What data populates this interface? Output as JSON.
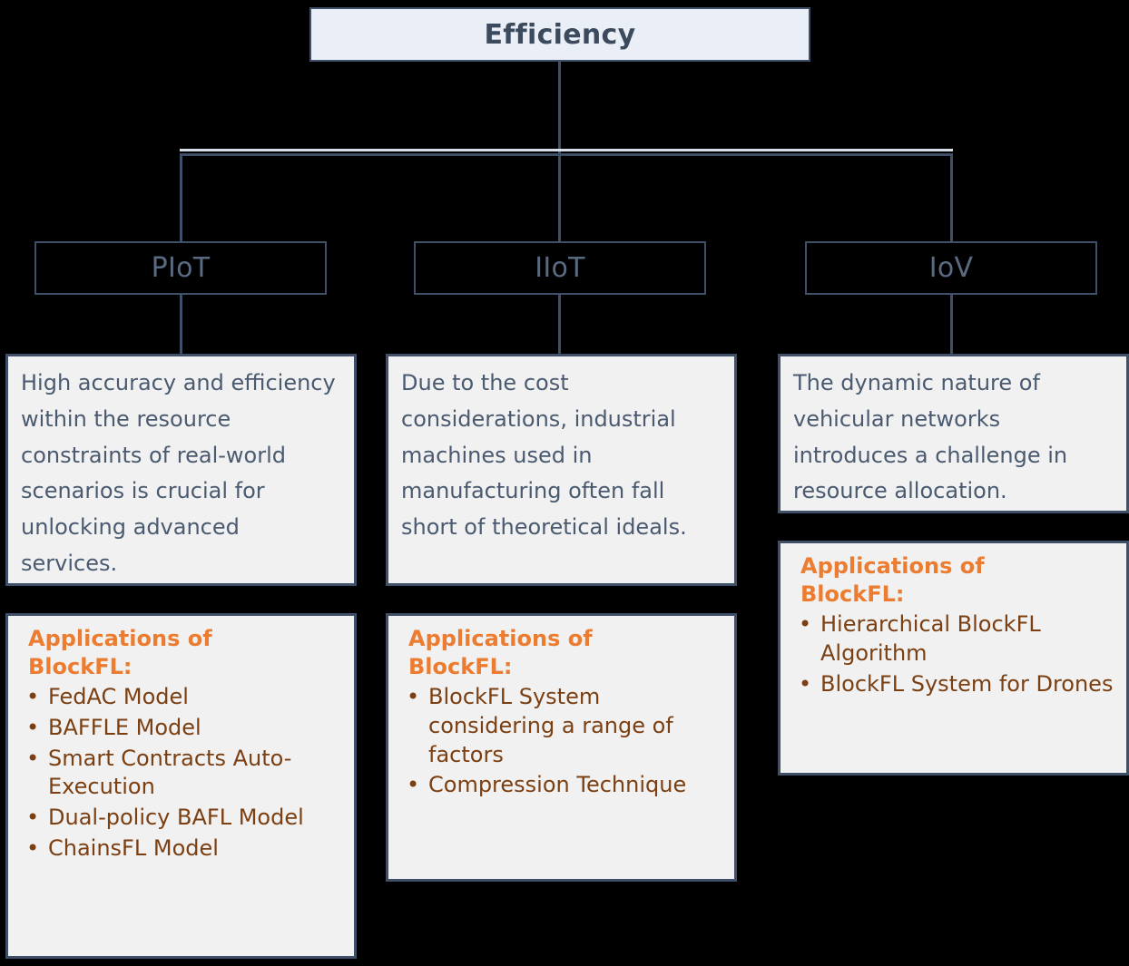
{
  "diagram": {
    "root": {
      "label": "Efficiency"
    },
    "apps_heading": "Applications of BlockFL:",
    "colors": {
      "root_fill": "#eaeff7",
      "border": "#3f4f67",
      "card_fill": "#f1f1f1",
      "body_text": "#4a5a70",
      "heading_accent": "#ec7c30",
      "bullet_text": "#7b3f12",
      "background": "#000000"
    },
    "branches": [
      {
        "label": "PIoT",
        "description": "High accuracy and efficiency within the resource constraints of real-world scenarios is crucial for unlocking advanced services.",
        "applications_title": "Applications of BlockFL:",
        "applications": [
          "FedAC Model",
          "BAFFLE Model",
          "Smart Contracts Auto-Execution",
          "Dual-policy BAFL Model",
          "ChainsFL Model"
        ]
      },
      {
        "label": "IIoT",
        "description": "Due to the cost considerations, industrial machines used in manufacturing often fall short of theoretical ideals.",
        "applications_title": "Applications of BlockFL:",
        "applications": [
          "BlockFL System considering a range of factors",
          "Compression Technique"
        ]
      },
      {
        "label": "IoV",
        "description": "The dynamic nature of vehicular networks introduces a challenge in resource allocation.",
        "applications_title": "Applications of BlockFL:",
        "applications": [
          "Hierarchical BlockFL Algorithm",
          "BlockFL System for Drones"
        ]
      }
    ]
  }
}
